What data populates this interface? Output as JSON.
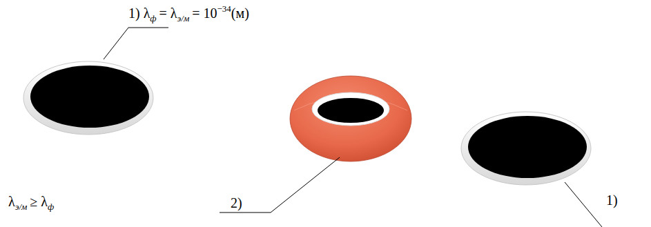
{
  "diagram": {
    "labels": [
      "1) λ",
      "ф",
      "= λ",
      "э/м",
      "= 10",
      "−34",
      "(м)",
      "λ",
      "э/м",
      "≥ λ",
      "ф",
      "2)",
      "1)"
    ]
  }
}
